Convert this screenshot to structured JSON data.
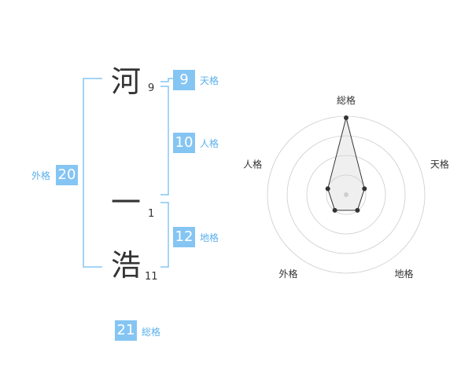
{
  "name": {
    "chars": [
      {
        "char": "河",
        "strokes": "9"
      },
      {
        "char": "一",
        "strokes": "1"
      },
      {
        "char": "浩",
        "strokes": "11"
      }
    ]
  },
  "fortunes": {
    "tenkaku": {
      "label": "天格",
      "value": "9"
    },
    "jinkaku": {
      "label": "人格",
      "value": "10"
    },
    "chikaku": {
      "label": "地格",
      "value": "12"
    },
    "gaikaku": {
      "label": "外格",
      "value": "20"
    },
    "soukaku": {
      "label": "総格",
      "value": "21"
    }
  },
  "colors": {
    "accent": "#85c5f3",
    "bracket": "#85c5f3",
    "text": "#333333",
    "label": "#5ab0ec"
  },
  "chart_data": {
    "type": "radar",
    "axes": [
      "総格",
      "天格",
      "地格",
      "外格",
      "人格"
    ],
    "values": [
      4,
      1,
      1,
      1,
      1
    ],
    "max": 4,
    "rings": 4
  }
}
